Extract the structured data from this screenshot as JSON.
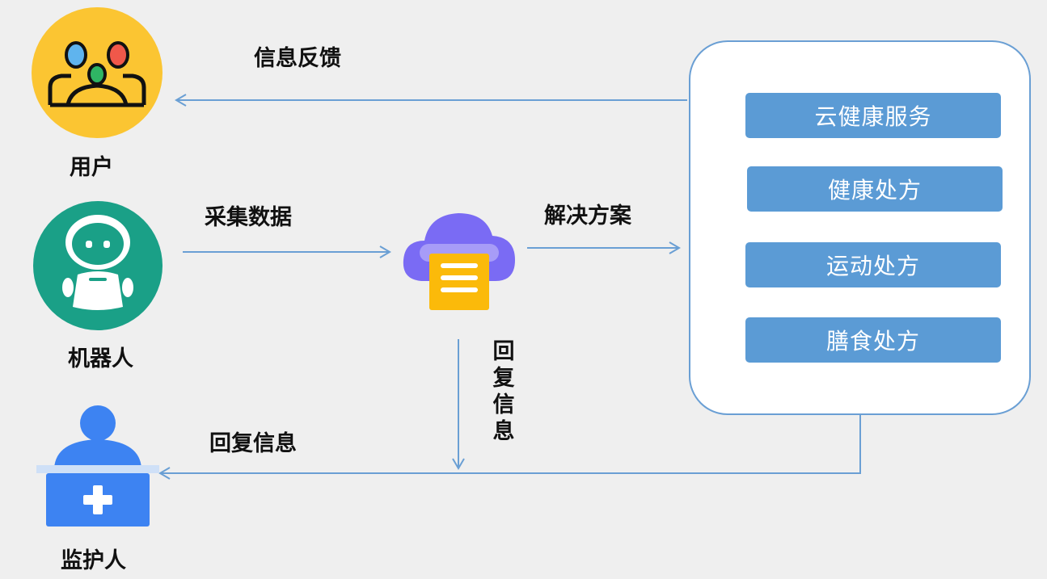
{
  "actors": {
    "user": "用户",
    "robot": "机器人",
    "guardian": "监护人"
  },
  "flows": {
    "feedback": "信息反馈",
    "collect": "采集数据",
    "solution": "解决方案",
    "reply_vertical": "回复信息",
    "reply_horizontal": "回复信息"
  },
  "services": [
    "云健康服务",
    "健康处方",
    "运动处方",
    "膳食处方"
  ],
  "colors": {
    "user_circle": "#fbc532",
    "robot_circle": "#1aa087",
    "cloud": "#7a6bf4",
    "document": "#fbba0a",
    "guardian": "#3d83f2",
    "service_box": "#5b9bd5",
    "panel_border": "#6a9fd4",
    "arrow": "#6a9fd4"
  }
}
